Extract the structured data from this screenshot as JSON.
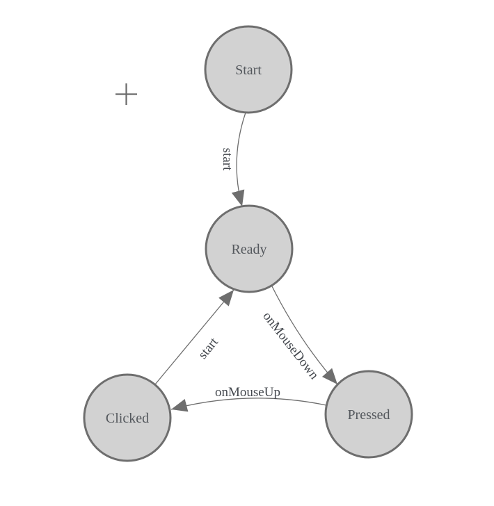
{
  "diagram": {
    "type": "finite-state-machine",
    "background": "#ffffff",
    "colors": {
      "node_fill": "#d2d2d2",
      "node_border": "#6e6e6e",
      "edge_line": "#6e6e6e",
      "arrowhead": "#6e6e6e",
      "node_text": "#54585d",
      "edge_text": "#44484e",
      "origin_marker": "#6b6b6b"
    },
    "nodes": [
      {
        "id": "start",
        "label": "Start"
      },
      {
        "id": "ready",
        "label": "Ready"
      },
      {
        "id": "clicked",
        "label": "Clicked"
      },
      {
        "id": "pressed",
        "label": "Pressed"
      }
    ],
    "edges": [
      {
        "from": "start",
        "to": "ready",
        "label": "start"
      },
      {
        "from": "clicked",
        "to": "ready",
        "label": "start"
      },
      {
        "from": "ready",
        "to": "pressed",
        "label": "onMouseDown"
      },
      {
        "from": "pressed",
        "to": "clicked",
        "label": "onMouseUp"
      }
    ]
  }
}
